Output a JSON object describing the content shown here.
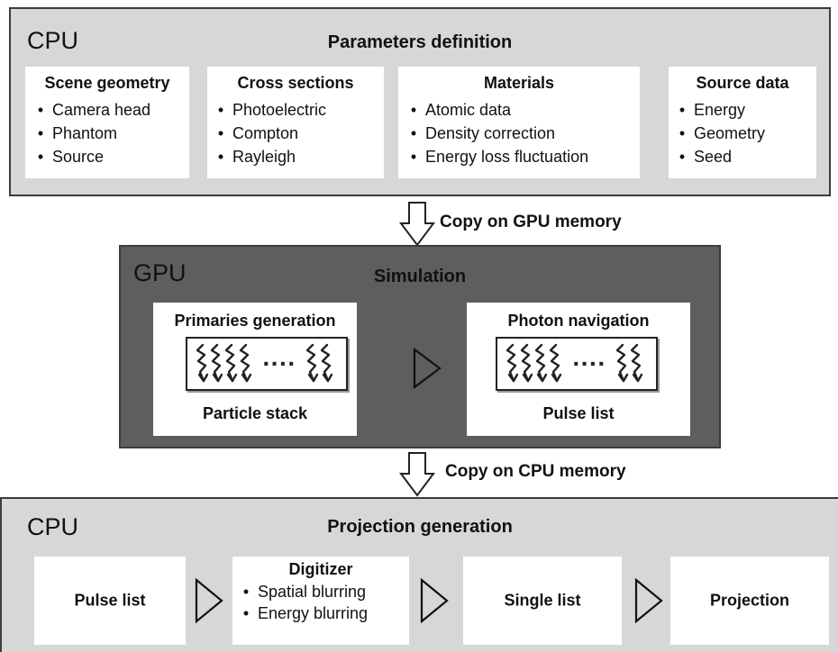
{
  "cpu_top": {
    "label": "CPU",
    "title": "Parameters definition",
    "boxes": [
      {
        "title": "Scene geometry",
        "items": [
          "Camera head",
          "Phantom",
          "Source"
        ]
      },
      {
        "title": "Cross sections",
        "items": [
          "Photoelectric",
          "Compton",
          "Rayleigh"
        ]
      },
      {
        "title": "Materials",
        "items": [
          "Atomic data",
          "Density correction",
          "Energy loss fluctuation"
        ]
      },
      {
        "title": "Source data",
        "items": [
          "Energy",
          "Geometry",
          "Seed"
        ]
      }
    ]
  },
  "arrow_to_gpu": {
    "label": "Copy on GPU memory"
  },
  "gpu": {
    "label": "GPU",
    "title": "Simulation",
    "left_box": {
      "title": "Primaries generation",
      "stack_dots": "····",
      "caption": "Particle stack"
    },
    "right_box": {
      "title": "Photon navigation",
      "stack_dots": "····",
      "caption": "Pulse list"
    }
  },
  "arrow_to_cpu": {
    "label": "Copy on CPU memory"
  },
  "cpu_bottom": {
    "label": "CPU",
    "title": "Projection generation",
    "boxes": [
      {
        "label": "Pulse list"
      },
      {
        "title": "Digitizer",
        "items": [
          "Spatial blurring",
          "Energy blurring"
        ]
      },
      {
        "label": "Single list"
      },
      {
        "label": "Projection"
      }
    ]
  },
  "colors": {
    "cpu_panel": "#d7d7d7",
    "gpu_panel": "#5e5e5e",
    "box": "#ffffff",
    "stroke": "#222222"
  }
}
